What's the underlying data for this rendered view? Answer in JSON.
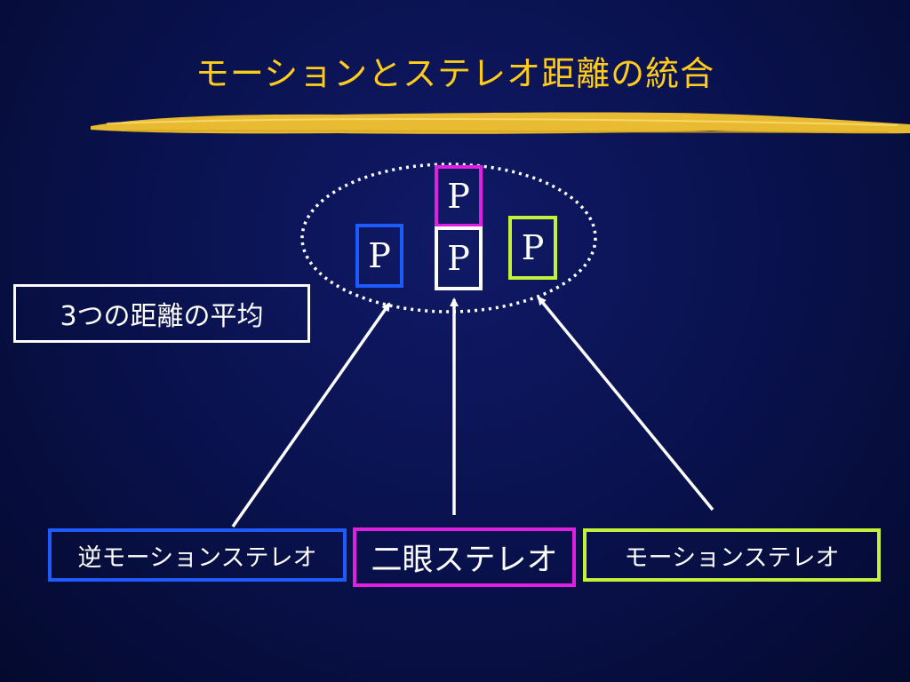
{
  "slide": {
    "title": "モーションとステレオ距離の統合",
    "colors": {
      "title": "#ffcc1a",
      "brush": "#f4c430",
      "blue": "#1e5bff",
      "magenta": "#e020e0",
      "green": "#c4f23a",
      "white": "#ffffff",
      "background": "#0a1250"
    },
    "p_boxes": [
      {
        "label": "P",
        "color": "#e020e0"
      },
      {
        "label": "P",
        "color": "#1e5bff"
      },
      {
        "label": "P",
        "color": "#ffffff"
      },
      {
        "label": "P",
        "color": "#c4f23a"
      }
    ],
    "average_label": "3つの距離の平均",
    "sources": [
      {
        "label": "逆モーションステレオ",
        "color": "#1e5bff"
      },
      {
        "label": "二眼ステレオ",
        "color": "#e020e0"
      },
      {
        "label": "モーションステレオ",
        "color": "#c4f23a"
      }
    ]
  }
}
